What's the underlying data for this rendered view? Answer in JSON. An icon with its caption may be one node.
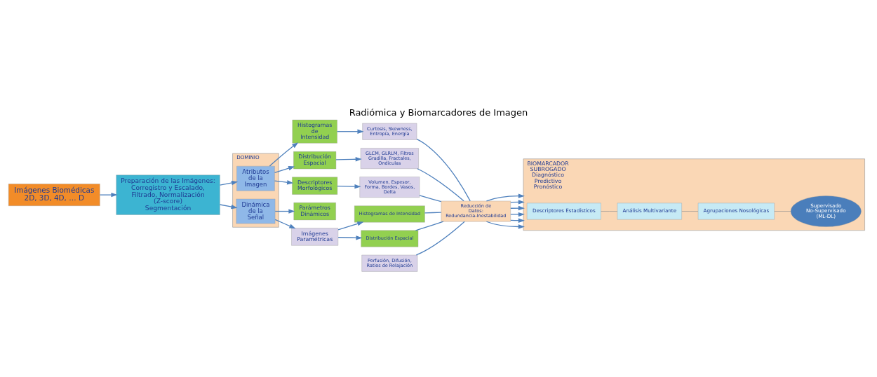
{
  "diagram": {
    "title": "Radiómica y Biomarcadores de Imagen",
    "nodes": [
      {
        "text": [
          "Imágenes Biomédicas",
          "2D, 3D, 4D, … D"
        ]
      },
      {
        "text": [
          "Preparación de las Imágenes:",
          "Corregistro y Escalado, Filtrado, Normalización (Z-score)",
          "Segmentación"
        ]
      },
      {
        "text": [
          "DOMINIO"
        ]
      },
      {
        "text": [
          "Atributos de la Imagen"
        ],
        "in": 2
      },
      {
        "text": [
          "Dinámica de la Señal"
        ],
        "in": 2
      },
      {
        "text": [
          "Histogramas de Intensidad"
        ]
      },
      {
        "text": [
          "Distribución Espacial"
        ]
      },
      {
        "text": [
          "Descriptores Morfológicos"
        ]
      },
      {
        "text": [
          "Parámetros Dinámicos"
        ]
      },
      {
        "text": [
          "Imágenes Paramétricas"
        ]
      },
      {
        "text": [
          "Curtosis, Skewness, Entropía, Energía"
        ]
      },
      {
        "text": [
          "GLCM, GLRLM, Filtros Gradilla, Fractales, Ondículas"
        ]
      },
      {
        "text": [
          "Volumen, Espesor, Forma, Bordes, Vasos, Delta"
        ]
      },
      {
        "text": [
          "Perfusión, Difusión, Ratios de Relajación"
        ]
      },
      {
        "text": [
          "Histogramas de Intensidad"
        ]
      },
      {
        "text": [
          "Distribución Espacial"
        ]
      },
      {
        "text": [
          "Reducción de Datos: Redundancia-Inestabilidad"
        ]
      },
      {
        "text": [
          "BIOMARCADOR SUBROGADO",
          "Diagnóstico Predictivo Pronóstico"
        ]
      },
      {
        "text": [
          "Descriptores Estadísticos"
        ],
        "in": 17
      },
      {
        "text": [
          "Análisis Multivariante"
        ],
        "in": 17
      },
      {
        "text": [
          "Agrupaciones Nosológicas"
        ],
        "in": 17
      },
      {
        "text": [
          "Supervisado No-Supervisado (ML-DL)"
        ],
        "in": 17
      }
    ],
    "edges": [
      {
        "from": 0,
        "to": 1,
        "arrow": "to"
      },
      {
        "from": 1,
        "to": 3,
        "arrow": "to"
      },
      {
        "from": 1,
        "to": 4,
        "arrow": "to"
      },
      {
        "from": 3,
        "to": 5,
        "arrow": "to"
      },
      {
        "from": 3,
        "to": 6,
        "arrow": "to"
      },
      {
        "from": 3,
        "to": 7,
        "arrow": "to"
      },
      {
        "from": 4,
        "to": 8,
        "arrow": "to"
      },
      {
        "from": 4,
        "to": 9,
        "arrow": "to"
      },
      {
        "from": 5,
        "to": 10,
        "arrow": "to"
      },
      {
        "from": 6,
        "to": 11,
        "arrow": "to"
      },
      {
        "from": 7,
        "to": 12,
        "arrow": "to"
      },
      {
        "from": 9,
        "to": 14,
        "arrow": "to"
      },
      {
        "from": 9,
        "to": 15,
        "arrow": "to"
      },
      {
        "from": 10,
        "to": 16,
        "arrow": "none"
      },
      {
        "from": 11,
        "to": 16,
        "arrow": "none"
      },
      {
        "from": 12,
        "to": 16,
        "arrow": "none"
      },
      {
        "from": 13,
        "to": 16,
        "arrow": "none"
      },
      {
        "from": 14,
        "to": 16,
        "arrow": "none"
      },
      {
        "from": 15,
        "to": 16,
        "arrow": "none"
      },
      {
        "from": 16,
        "to": 17,
        "arrow": "to"
      },
      {
        "from": 16,
        "to": 17,
        "arrow": "to"
      },
      {
        "from": 16,
        "to": 17,
        "arrow": "to"
      },
      {
        "from": 16,
        "to": 17,
        "arrow": "to"
      },
      {
        "from": 16,
        "to": 17,
        "arrow": "to"
      },
      {
        "from": 16,
        "to": 17,
        "arrow": "to"
      },
      {
        "from": 18,
        "to": 19,
        "arrow": "none",
        "color": "#8c8c8c"
      },
      {
        "from": 19,
        "to": 20,
        "arrow": "none",
        "color": "#8c8c8c"
      },
      {
        "from": 20,
        "to": 21,
        "arrow": "none",
        "color": "#8c8c8c"
      }
    ]
  }
}
